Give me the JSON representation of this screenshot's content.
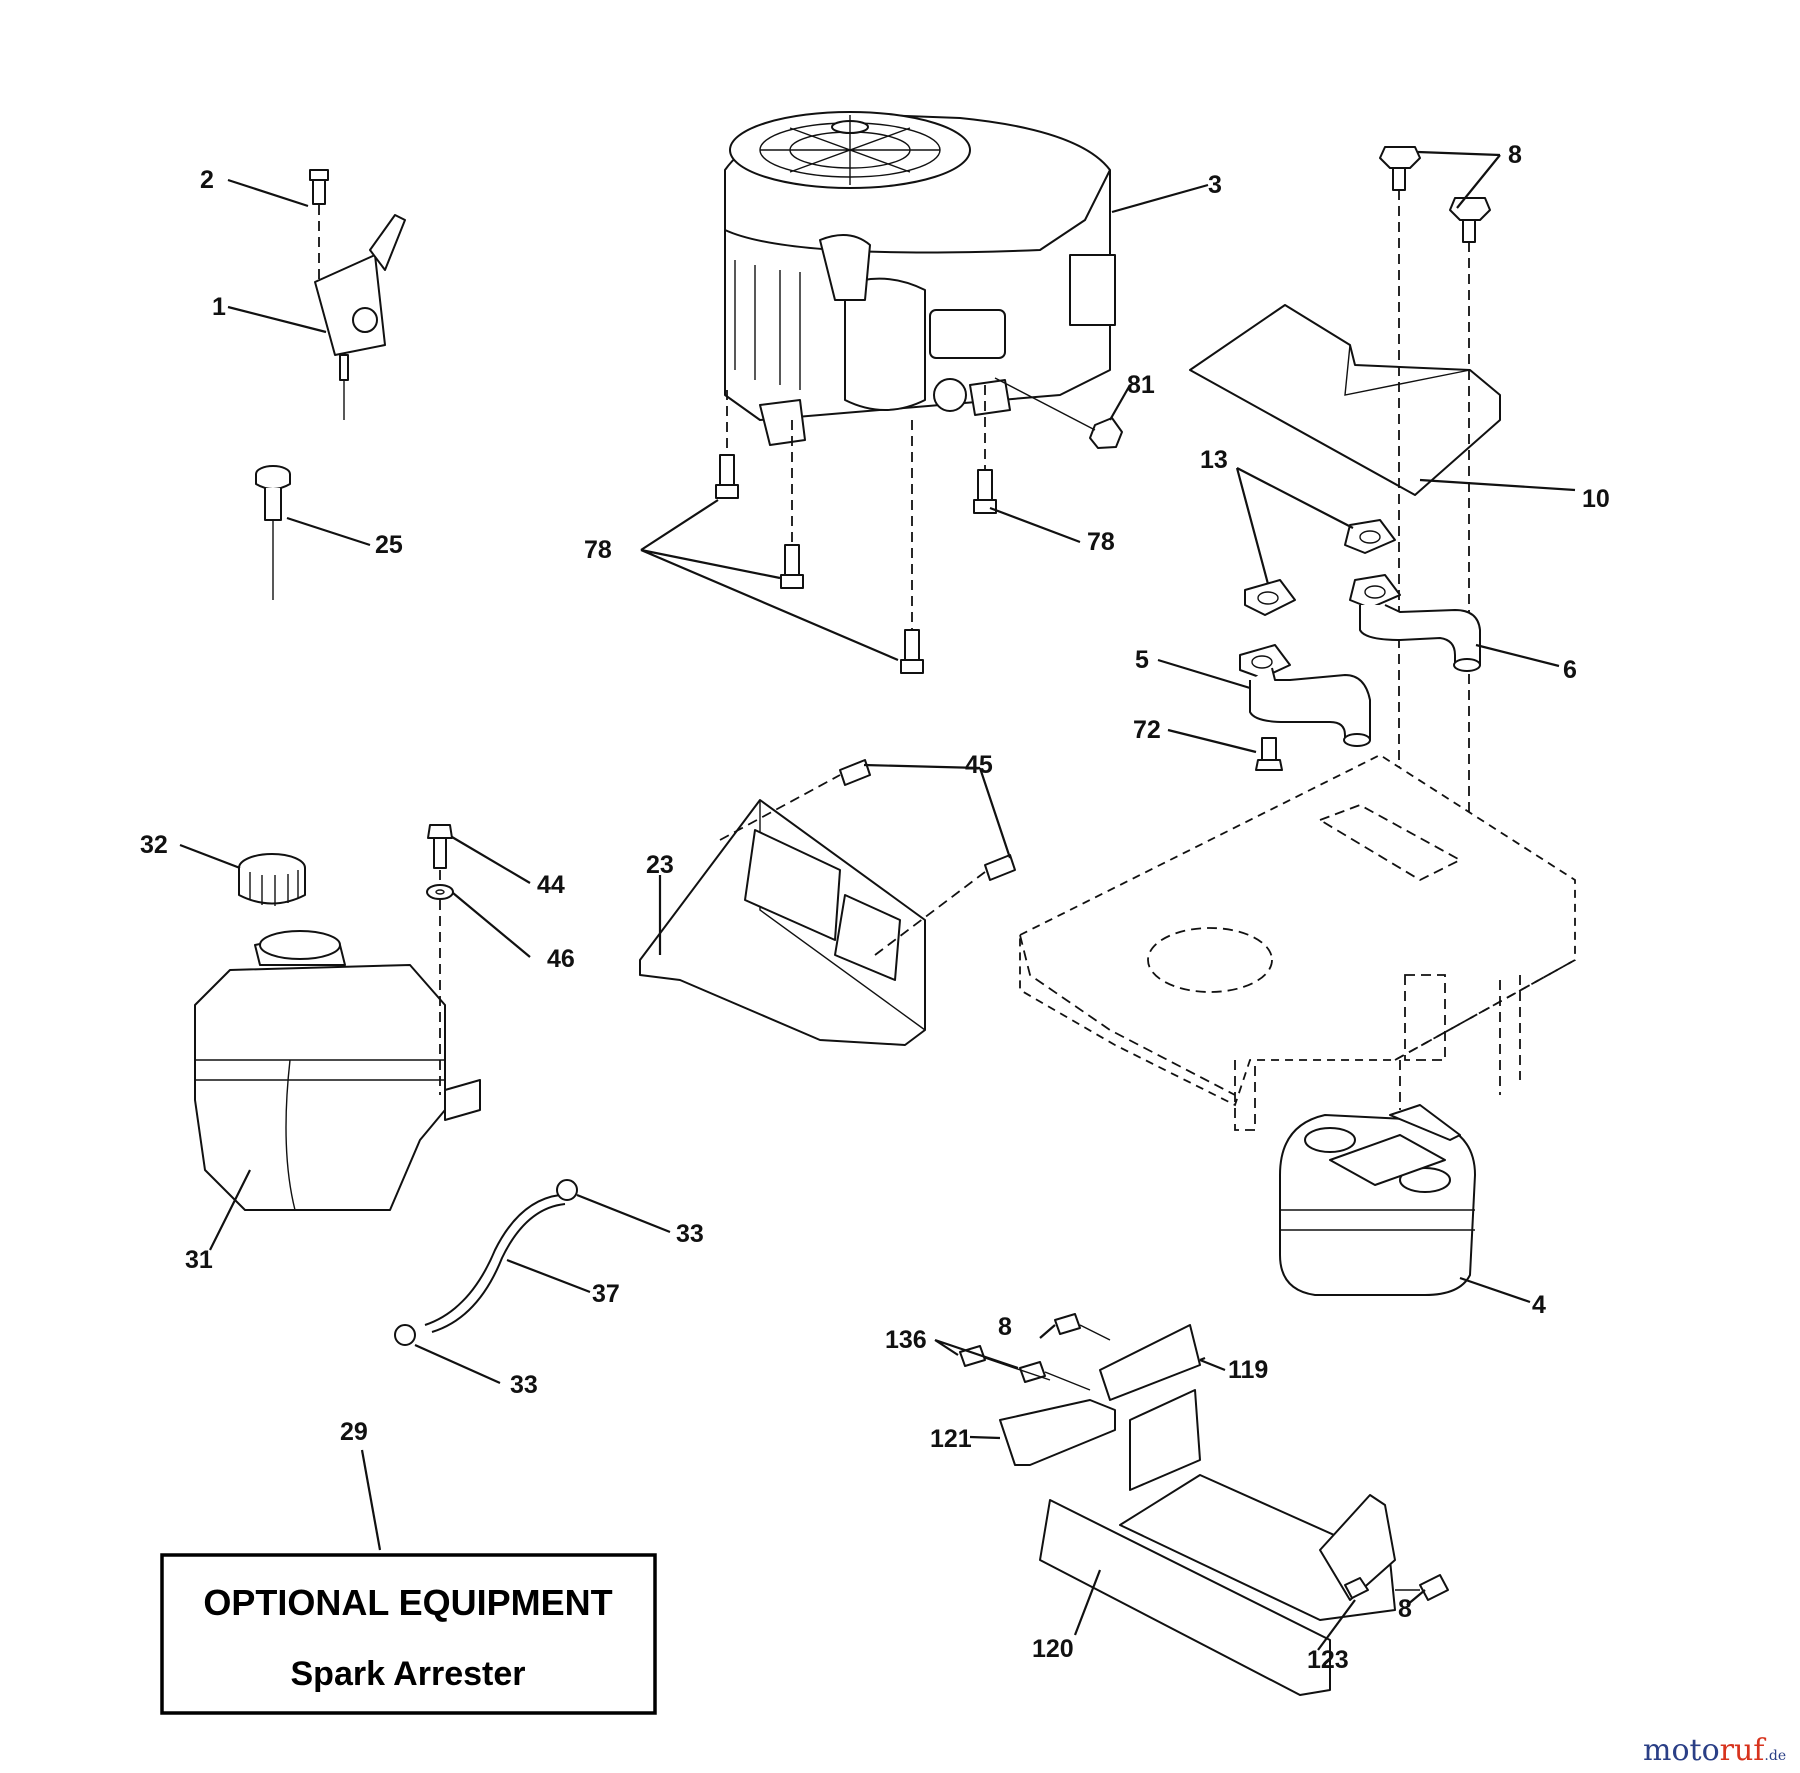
{
  "callouts": {
    "c1": "1",
    "c2": "2",
    "c3": "3",
    "c4": "4",
    "c5": "5",
    "c6": "6",
    "c8a": "8",
    "c8b": "8",
    "c8c": "8",
    "c10": "10",
    "c13": "13",
    "c23": "23",
    "c25": "25",
    "c29": "29",
    "c31": "31",
    "c32": "32",
    "c33a": "33",
    "c33b": "33",
    "c37": "37",
    "c44": "44",
    "c45": "45",
    "c46": "46",
    "c72": "72",
    "c78a": "78",
    "c78b": "78",
    "c81": "81",
    "c119": "119",
    "c120": "120",
    "c121": "121",
    "c123": "123",
    "c136": "136"
  },
  "optional_box": {
    "title": "OPTIONAL EQUIPMENT",
    "subtitle": "Spark Arrester"
  },
  "watermark": {
    "part_a": "moto",
    "part_b": "ruf",
    "suffix": ".de"
  }
}
